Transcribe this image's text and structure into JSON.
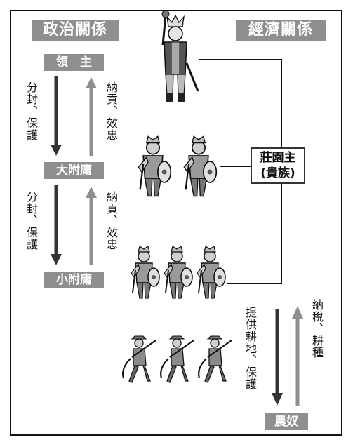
{
  "political": {
    "header": "政治關係",
    "levels": [
      "領　主",
      "大附庸",
      "小附庸"
    ],
    "down_label": "分封、保護",
    "up_label": "納貢、效忠"
  },
  "economic": {
    "header": "經濟關係",
    "manor_lord_line1": "莊園主",
    "manor_lord_line2": "(貴族)",
    "serf": "農奴",
    "down_label": "提供耕地、保護",
    "up_label": "納稅、耕種"
  },
  "colors": {
    "box_fill": "#8f8f8f",
    "arrow": "#333333",
    "up_arrow": "#8f8f8f"
  }
}
